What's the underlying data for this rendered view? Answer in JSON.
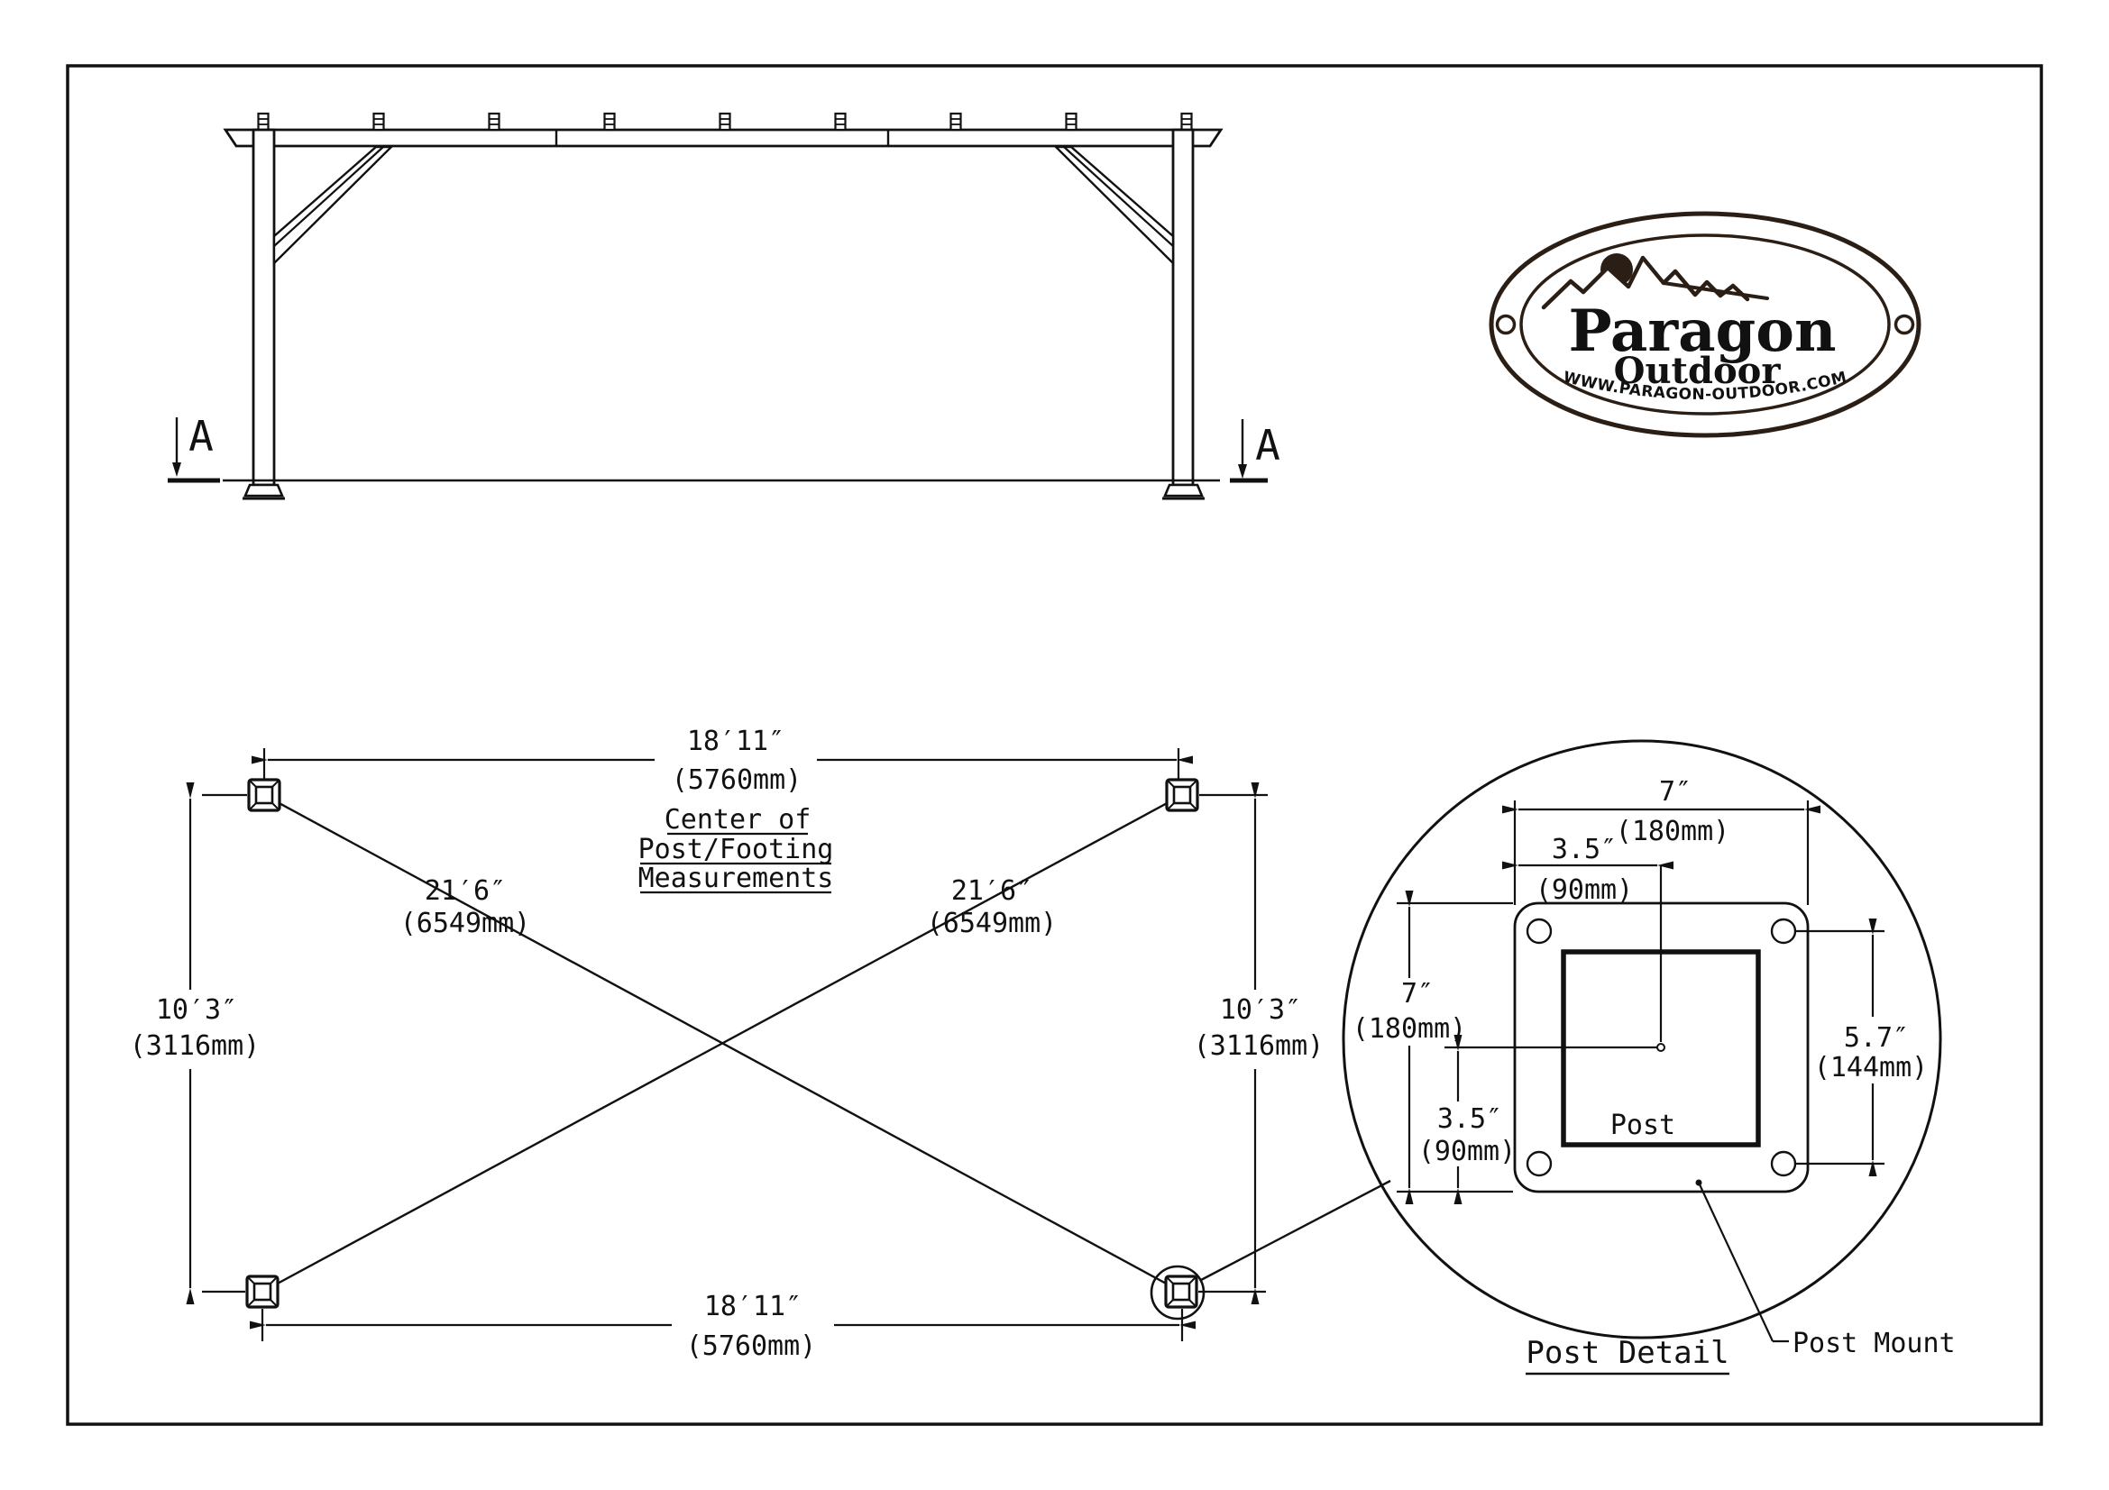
{
  "colors": {
    "ink": "#111111",
    "logo_ink": "#2a1e15",
    "paper": "#ffffff"
  },
  "elevation": {
    "section_marker": "A"
  },
  "plan": {
    "note_lines": [
      "Center of",
      "Post/Footing",
      "Measurements"
    ],
    "dim_width": {
      "imperial": "18′11″",
      "metric": "(5760mm)"
    },
    "dim_depth": {
      "imperial": "10′3″",
      "metric": "(3116mm)"
    },
    "dim_diagonal": {
      "imperial": "21′6″",
      "metric": "(6549mm)"
    }
  },
  "detail": {
    "title": "Post Detail",
    "post_label": "Post",
    "post_mount_label": "Post Mount",
    "dim_plate_width": {
      "imperial": "7″",
      "metric": "(180mm)"
    },
    "dim_half_width": {
      "imperial": "3.5″",
      "metric": "(90mm)"
    },
    "dim_plate_height": {
      "imperial": "7″",
      "metric": "(180mm)"
    },
    "dim_half_height": {
      "imperial": "3.5″",
      "metric": "(90mm)"
    },
    "dim_bolt_spacing": {
      "imperial": "5.7″",
      "metric": "(144mm)"
    }
  },
  "logo": {
    "brand": "Paragon",
    "sub_brand": "Outdoor",
    "website": "WWW.PARAGON-OUTDOOR.COM"
  }
}
